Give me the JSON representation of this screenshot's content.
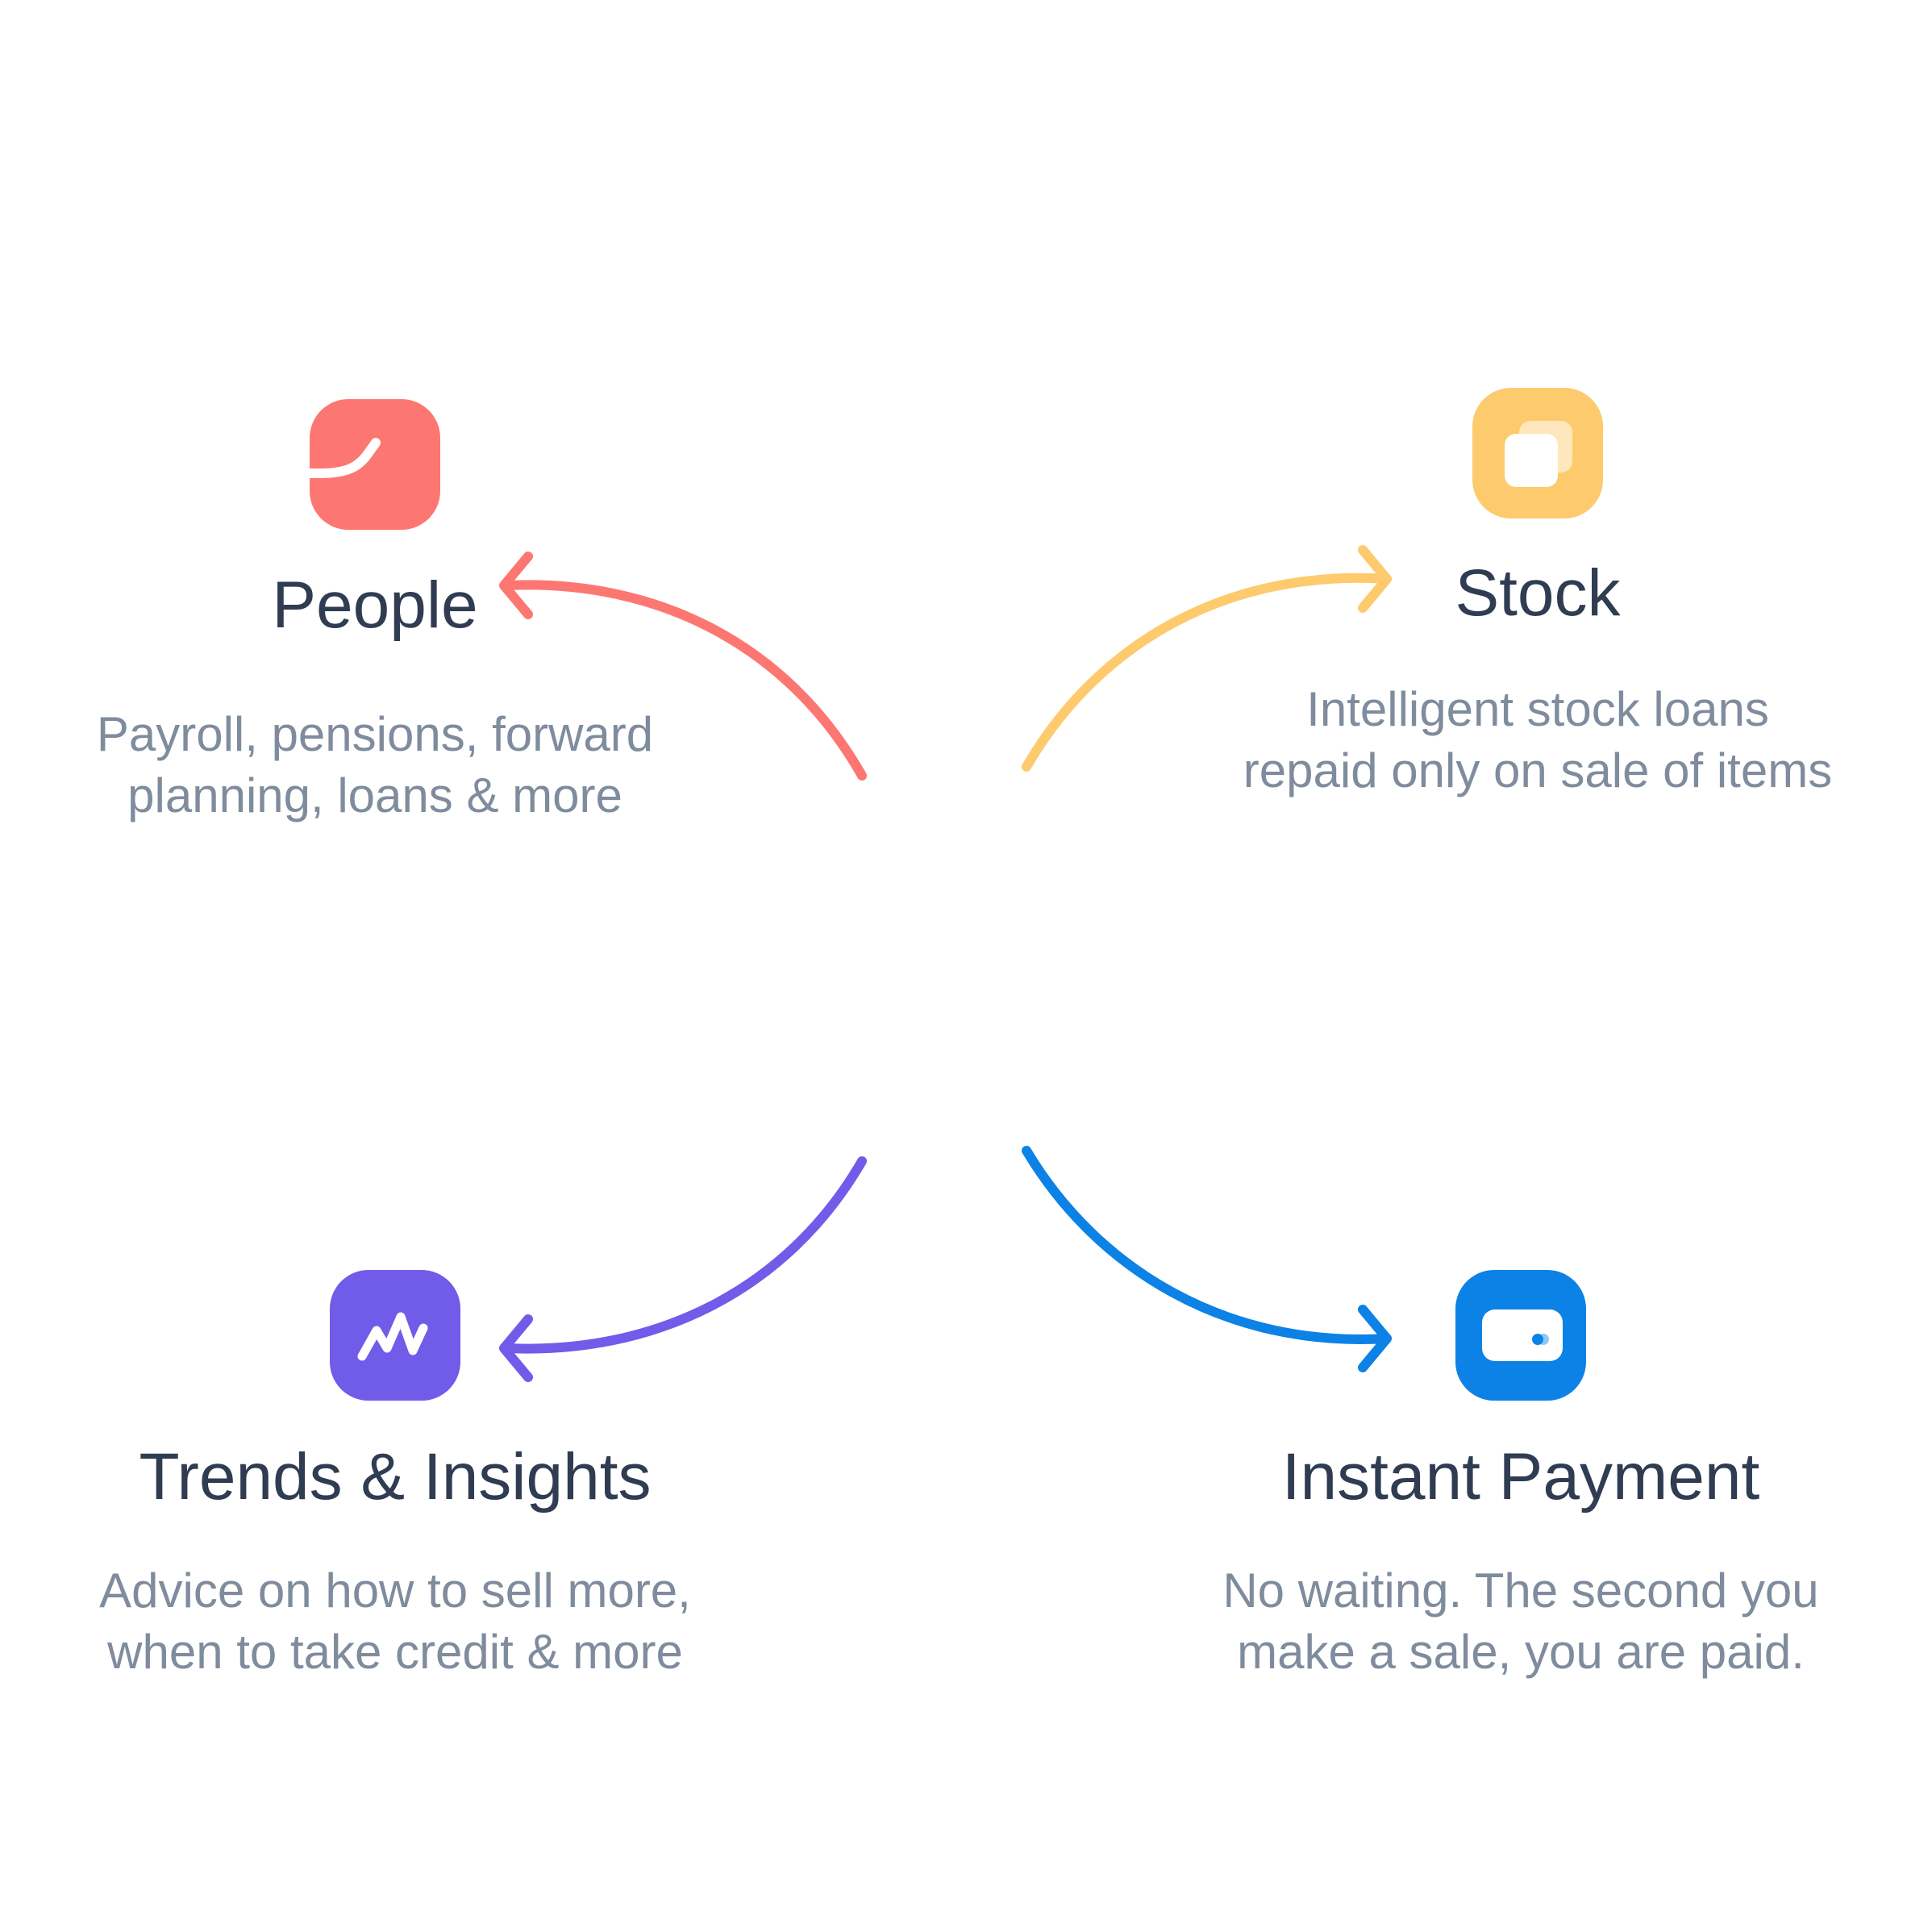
{
  "colors": {
    "people": "#fd7772",
    "stock": "#fdca6d",
    "trends": "#705ce8",
    "payment": "#0c82e6",
    "title_text": "#2f3c52",
    "description_text": "#7f8c9d",
    "background": "#ffffff"
  },
  "features": {
    "people": {
      "icon": "trend-line-icon",
      "title": "People",
      "description": [
        "Payroll, pensions, forward",
        "planning, loans & more"
      ]
    },
    "stock": {
      "icon": "stacked-cards-icon",
      "title": "Stock",
      "description": [
        "Intelligent stock loans",
        "repaid only on sale of items"
      ]
    },
    "trends": {
      "icon": "zigzag-chart-icon",
      "title": "Trends & Insights",
      "description": [
        "Advice on how to sell more,",
        "when to take credit & more"
      ]
    },
    "payment": {
      "icon": "wallet-icon",
      "title": "Instant Payment",
      "description": [
        "No waiting. The second you",
        "make a sale, you are paid."
      ]
    }
  }
}
